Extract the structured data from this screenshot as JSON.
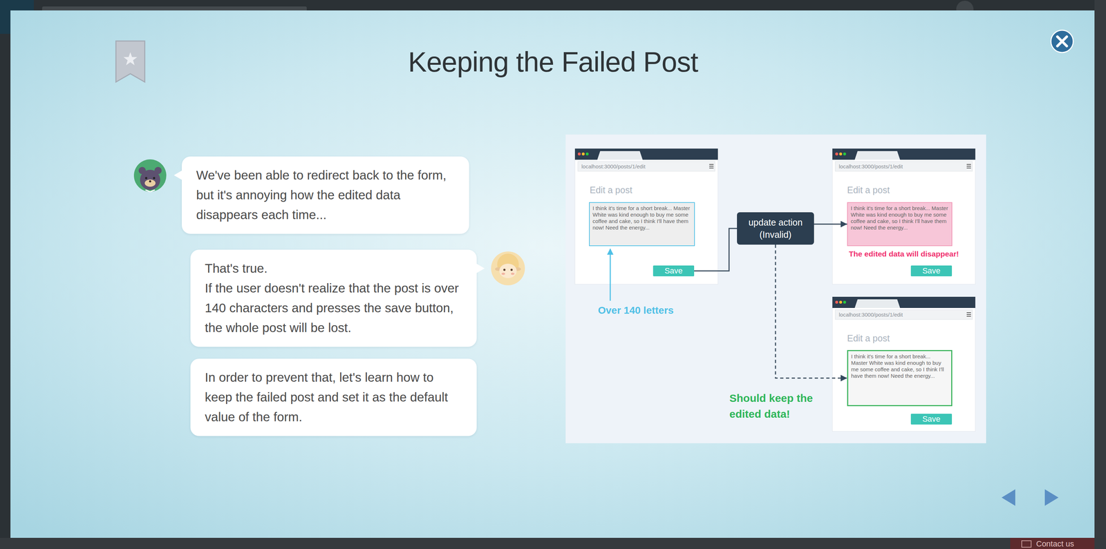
{
  "diagram": {
    "title": "Keeping the Failed Post",
    "nodes": [
      {
        "text": [
          "We've been able to redirect back to the form, but it's annoying how the edited data disappears each time..."
        ]
      },
      {
        "text": [
          "That's true.",
          "If the user doesn't realize that the post is over 140 characters and presses the save button, the whole post will be lost."
        ]
      },
      {
        "text": [
          "In order to prevent that, let's learn how to keep the failed post and set it as the default value of the form."
        ]
      },
      {
        "text": [
          "localhost:3000/posts/1/edit",
          "Edit a post"
        ]
      },
      {
        "text": [
          "I think it's time for a short break... Master White was kind enough to buy me some coffee and cake, so I think I'll have them now! Need the energy..."
        ],
        "in": 3
      },
      {
        "text": [
          "Save"
        ],
        "in": 3
      },
      {
        "text": [
          "update action (Invalid)"
        ]
      },
      {
        "text": [
          "localhost:3000/posts/1/edit",
          "Edit a post",
          "The edited data will disappear!"
        ]
      },
      {
        "text": [
          "I think it's time for a short break... Master White was kind enough to buy me some coffee and cake, so I think I'll have them now! Need the energy..."
        ],
        "in": 7
      },
      {
        "text": [
          "Save"
        ],
        "in": 7
      },
      {
        "text": [
          "localhost:3000/posts/1/edit",
          "Edit a post"
        ]
      },
      {
        "text": [
          "I think it's time for a short break... Master White was kind enough to buy me some coffee and cake, so I think I'll have them now! Need the energy..."
        ],
        "in": 10
      },
      {
        "text": [
          "Save"
        ],
        "in": 10
      }
    ],
    "edges": [
      {
        "from": 5,
        "to": 6,
        "arrow": "none"
      },
      {
        "from": 6,
        "to": 8,
        "arrow": "to"
      },
      {
        "from": 6,
        "to": 11,
        "arrow": "to"
      }
    ],
    "labels": [
      "Over 140 letters",
      "Should keep the edited data!",
      "Contact us"
    ]
  }
}
